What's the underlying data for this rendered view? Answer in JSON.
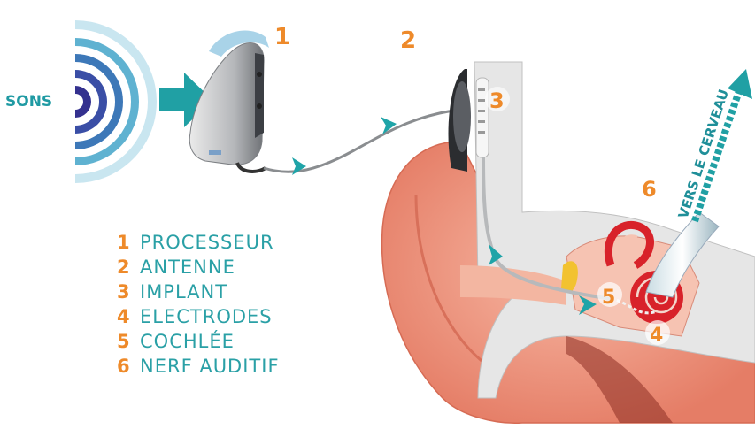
{
  "input_label": "SONS",
  "output_label": "VERS LE CERVEAU",
  "callouts": {
    "n1": "1",
    "n2": "2",
    "n3": "3",
    "n4": "4",
    "n5": "5",
    "n6": "6"
  },
  "legend": [
    {
      "num": "1",
      "label": "PROCESSEUR"
    },
    {
      "num": "2",
      "label": "ANTENNE"
    },
    {
      "num": "3",
      "label": "IMPLANT"
    },
    {
      "num": "4",
      "label": "ELECTRODES"
    },
    {
      "num": "5",
      "label": "COCHLÉE"
    },
    {
      "num": "6",
      "label": "NERF AUDITIF"
    }
  ],
  "colors": {
    "accent": "#1f9aa3",
    "number": "#ee8a2a",
    "skin": "#f0a089",
    "bone": "#e4e4e4",
    "cochlea": "#d8222a",
    "wave": "#3c3f9c"
  }
}
